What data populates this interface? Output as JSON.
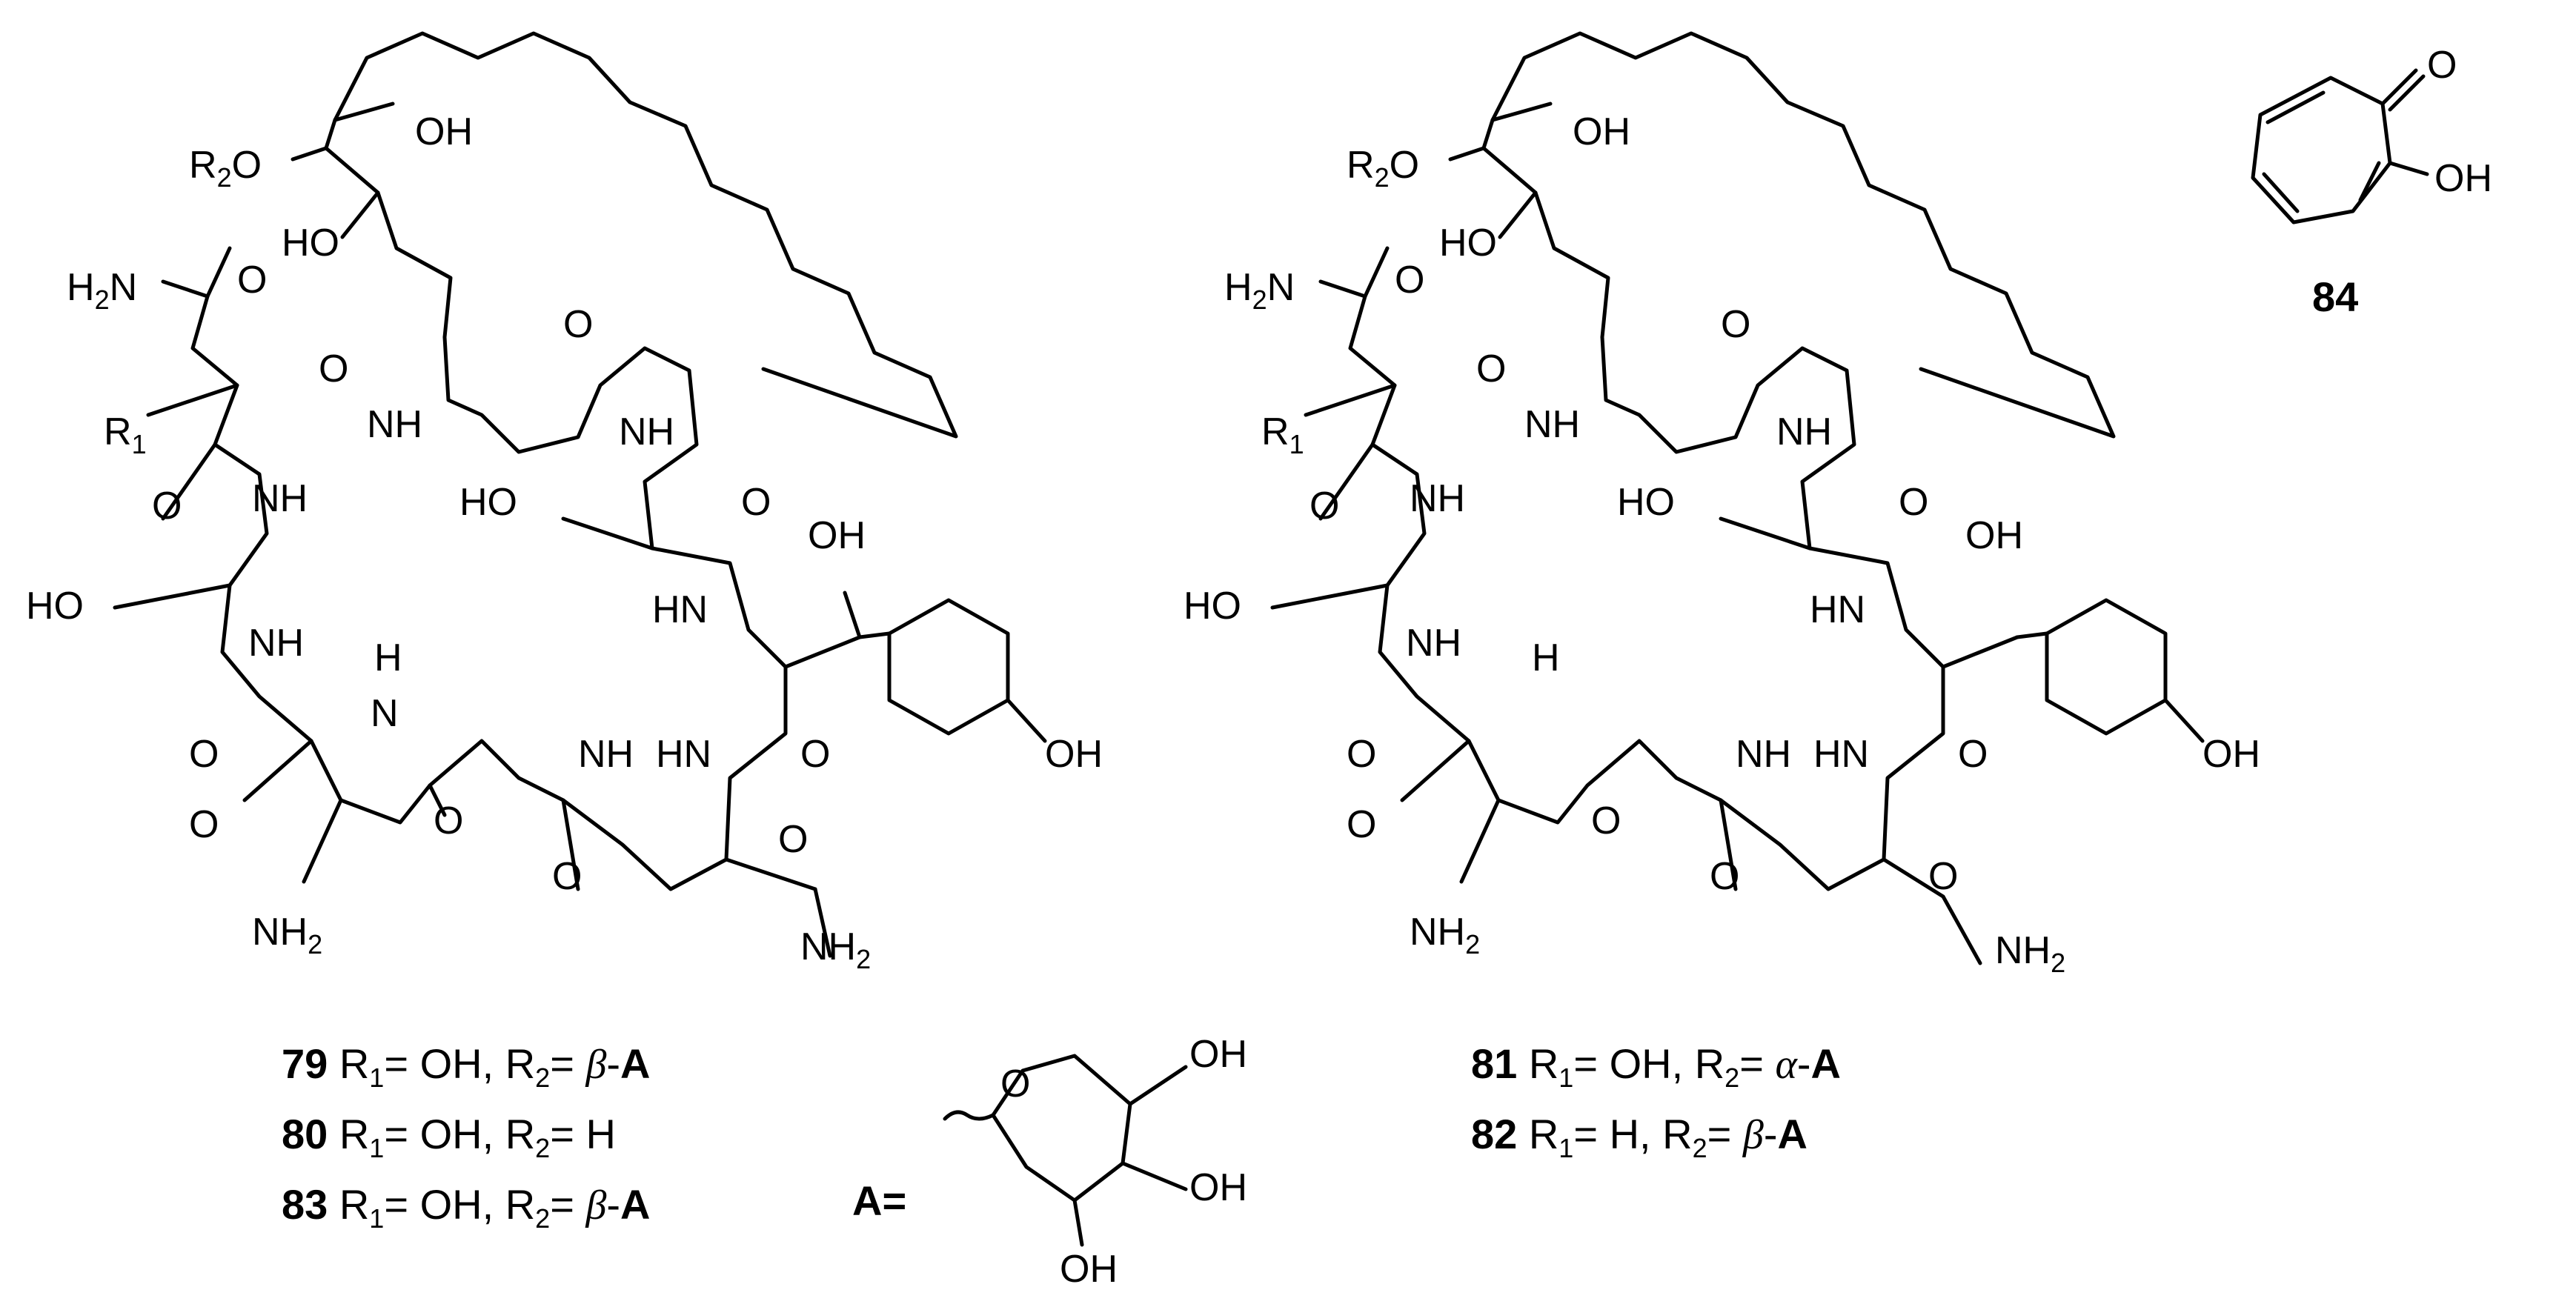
{
  "atoms": {
    "H": "H",
    "O": "O",
    "OH": "OH",
    "HO": "HO",
    "NH": "NH",
    "HN": "HN",
    "R": "R",
    "sub1": "1",
    "sub2": "2",
    "NH2": "NH",
    "H2N_H": "H",
    "H2N_N": "N",
    "eq": "= ",
    "sep": ", ",
    "dash": "-",
    "A": "A",
    "Aeq": "A="
  },
  "compounds": [
    {
      "id": "79",
      "r1": "OH",
      "r2_greek": "β",
      "r2_tail": "A"
    },
    {
      "id": "80",
      "r1": "OH",
      "r2_plain": "H"
    },
    {
      "id": "83",
      "r1": "OH",
      "r2_greek": "β",
      "r2_tail": "A"
    },
    {
      "id": "81",
      "r1": "OH",
      "r2_greek": "α",
      "r2_tail": "A"
    },
    {
      "id": "82",
      "r1": "H",
      "r2_greek": "β",
      "r2_tail": "A"
    },
    {
      "id": "84"
    }
  ]
}
